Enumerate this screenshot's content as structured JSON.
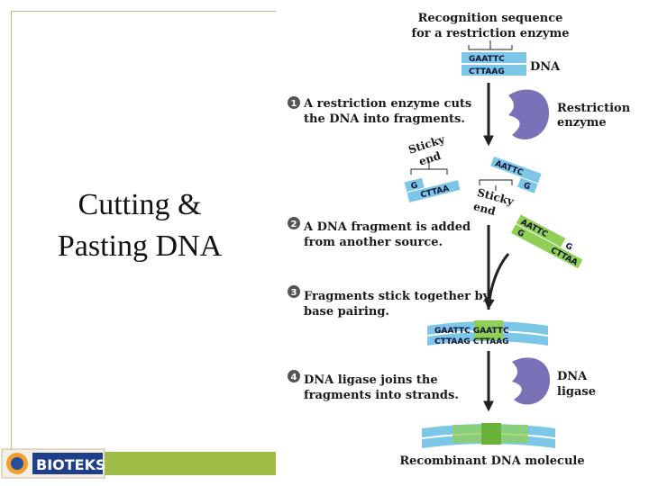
{
  "slide": {
    "title_line1": "Cutting &",
    "title_line2": "Pasting DNA"
  },
  "logo": {
    "text": "BIOTEKS"
  },
  "diagram": {
    "recognition_line1": "Recognition sequence",
    "recognition_line2": "for a restriction enzyme",
    "seq_top": "GAATTC",
    "seq_bottom": "CTTAAG",
    "dna_label": "DNA",
    "restriction_enzyme_line1": "Restriction",
    "restriction_enzyme_line2": "enzyme",
    "sticky_end_left_1": "Sticky",
    "sticky_end_left_2": "end",
    "sticky_end_right_1": "Sticky",
    "sticky_end_right_2": "end",
    "frag_left_top": "G",
    "frag_left_bottom": "CTTAA",
    "frag_right_top": "AATTC",
    "frag_right_bottom": "G",
    "added_top": "AATTC",
    "added_mid": "G",
    "added_g": "G",
    "added_bottom": "CTTAA",
    "joined_top": "GAATTC GAATTC",
    "joined_bottom": "CTTAAG CTTAAG",
    "ligase_line1": "DNA",
    "ligase_line2": "ligase",
    "recombinant_label": "Recombinant DNA molecule",
    "steps": [
      {
        "number": "1",
        "line1": "A restriction enzyme cuts",
        "line2": "the DNA into fragments."
      },
      {
        "number": "2",
        "line1": "A DNA fragment is added",
        "line2": "from another source."
      },
      {
        "number": "3",
        "line1": "Fragments stick together by",
        "line2": "base pairing."
      },
      {
        "number": "4",
        "line1": "DNA ligase joins the",
        "line2": "fragments into strands."
      }
    ],
    "colors": {
      "dna_blue": "#7cc6e8",
      "dna_green": "#8fcf55",
      "enzyme_purple": "#7a72b8",
      "arrow": "#222222",
      "step_badge": "#555555"
    }
  }
}
